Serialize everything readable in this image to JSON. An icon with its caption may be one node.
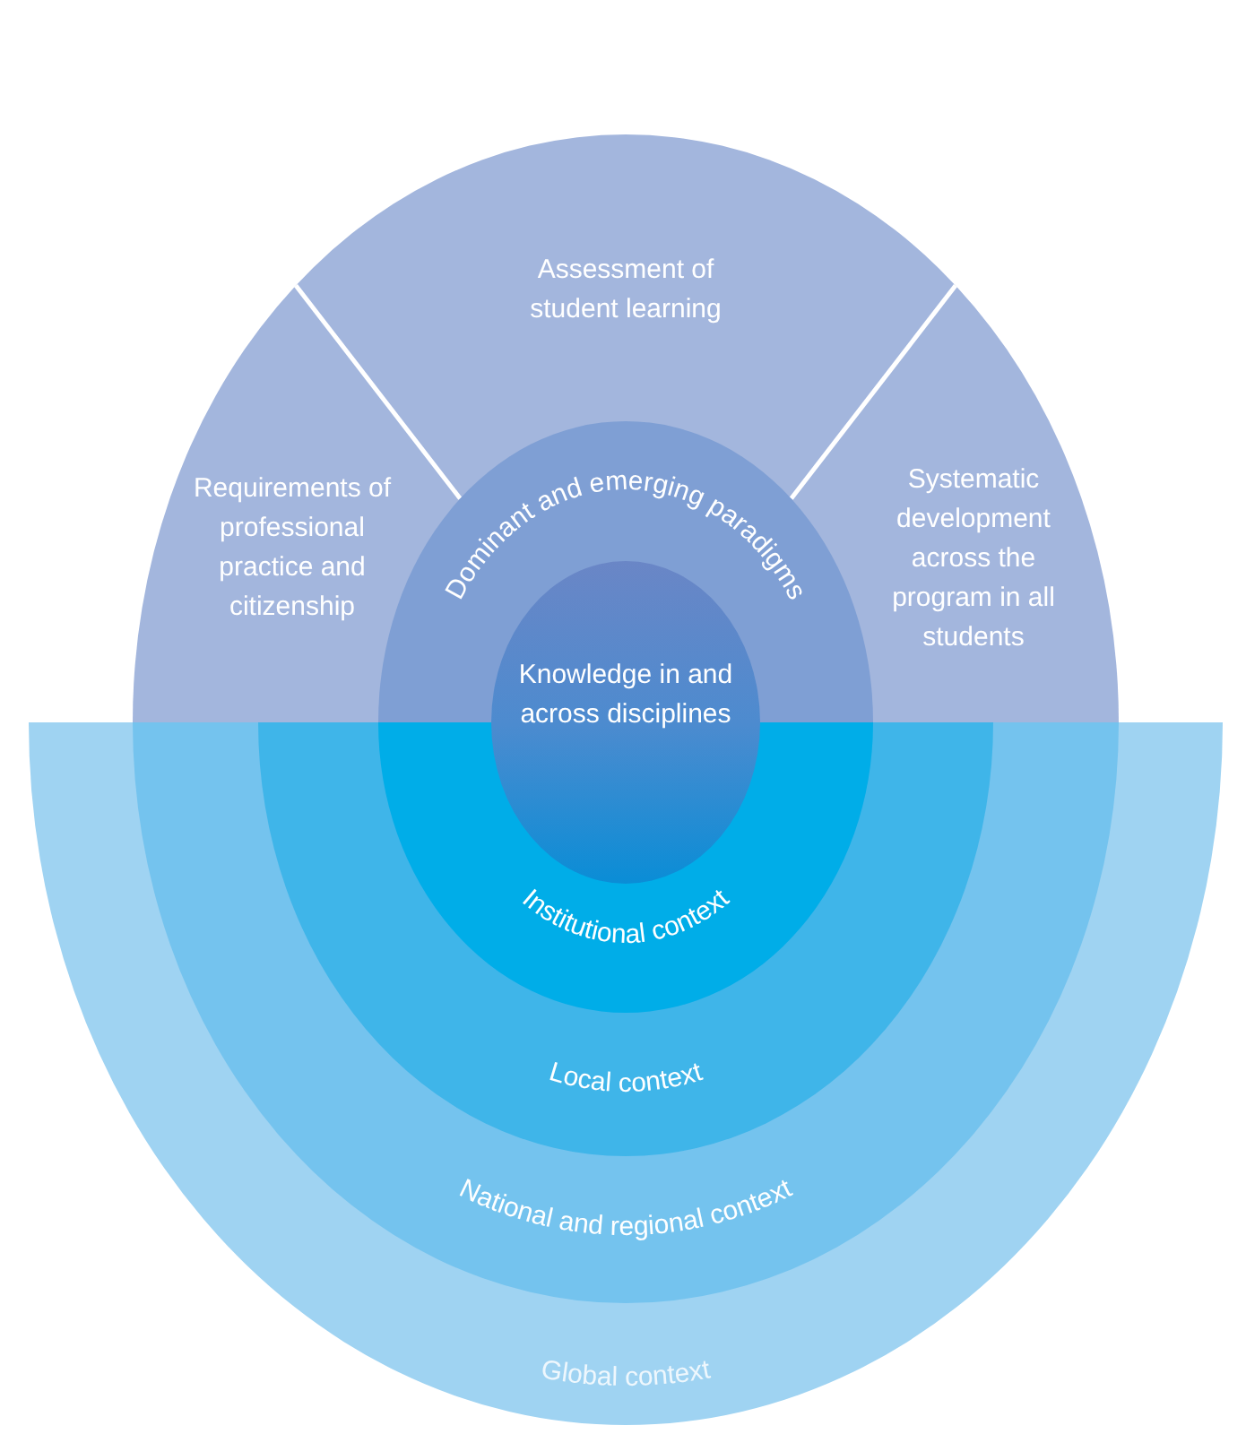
{
  "diagram": {
    "nodes": [
      {
        "text": [],
        "shape": "semicircle"
      },
      {
        "text": [
          "Requirements of professional practice and citizenship"
        ],
        "in": 0
      },
      {
        "text": [
          "Assessment of student learning"
        ],
        "in": 0
      },
      {
        "text": [
          "Systematic development across the program in all students"
        ],
        "in": 0
      },
      {
        "text": [
          "Dominant and emerging paradigms"
        ],
        "in": 0
      },
      {
        "text": [
          "Knowledge in and across disciplines"
        ]
      },
      {
        "text": [
          "Global context"
        ]
      },
      {
        "text": [
          "National and regional context"
        ],
        "in": 6
      },
      {
        "text": [
          "Local context"
        ],
        "in": 7
      },
      {
        "text": [
          "Institutional context"
        ],
        "in": 8
      }
    ]
  }
}
